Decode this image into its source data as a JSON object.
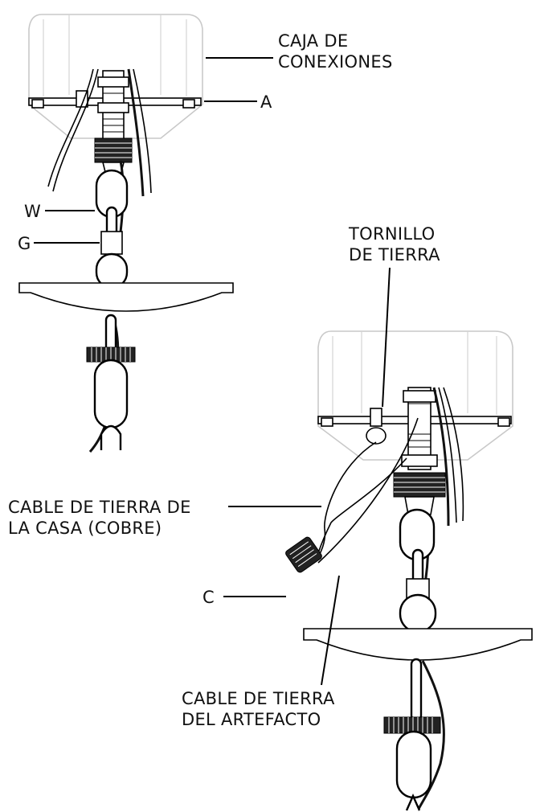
{
  "labels": {
    "junction_box_line1": "CAJA DE",
    "junction_box_line2": "CONEXIONES",
    "a": "A",
    "w": "W",
    "g": "G",
    "ground_screw_line1": "TORNILLO",
    "ground_screw_line2": "DE TIERRA",
    "house_ground_line1": "CABLE DE TIERRA DE",
    "house_ground_line2": "LA CASA (COBRE)",
    "c": "C",
    "fixture_ground_line1": "CABLE DE TIERRA",
    "fixture_ground_line2": "DEL ARTEFACTO"
  }
}
